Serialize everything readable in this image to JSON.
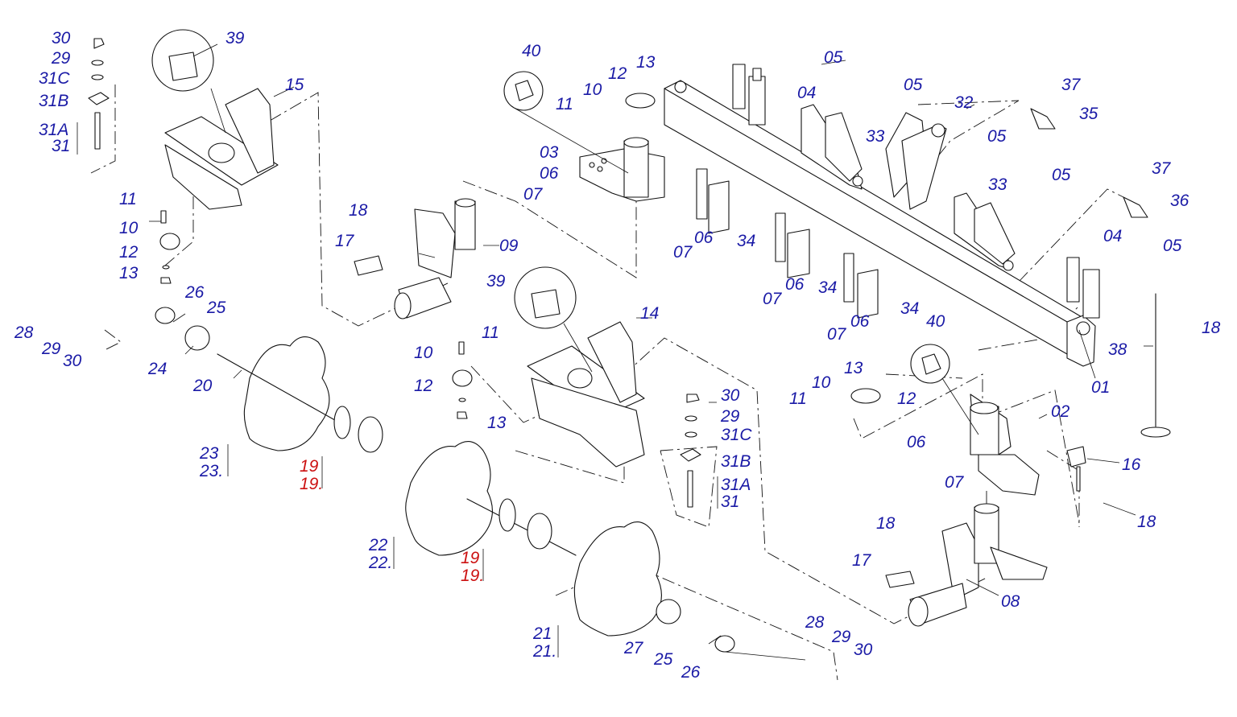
{
  "colors": {
    "label": "#1a1aa6",
    "label_alt": "#cc1111",
    "line": "#111111",
    "background": "#ffffff"
  },
  "labels": [
    {
      "id": "p30a",
      "text": "30"
    },
    {
      "id": "p39a",
      "text": "39"
    },
    {
      "id": "p29a",
      "text": "29"
    },
    {
      "id": "p31ca",
      "text": "31C"
    },
    {
      "id": "p31ba",
      "text": "31B"
    },
    {
      "id": "p15",
      "text": "15"
    },
    {
      "id": "p31aa",
      "text": "31A"
    },
    {
      "id": "p31a",
      "text": "31"
    },
    {
      "id": "p11a",
      "text": "11"
    },
    {
      "id": "p10a",
      "text": "10"
    },
    {
      "id": "p12a",
      "text": "12"
    },
    {
      "id": "p13a",
      "text": "13"
    },
    {
      "id": "p26a",
      "text": "26"
    },
    {
      "id": "p25a",
      "text": "25"
    },
    {
      "id": "p28a",
      "text": "28"
    },
    {
      "id": "p29b",
      "text": "29"
    },
    {
      "id": "p30b",
      "text": "30"
    },
    {
      "id": "p24",
      "text": "24"
    },
    {
      "id": "p20",
      "text": "20"
    },
    {
      "id": "p23a",
      "text": "23"
    },
    {
      "id": "p23b",
      "text": "23."
    },
    {
      "id": "p19a",
      "text": "19",
      "alt": true
    },
    {
      "id": "p19b",
      "text": "19.",
      "alt": true
    },
    {
      "id": "p22a",
      "text": "22"
    },
    {
      "id": "p22b",
      "text": "22."
    },
    {
      "id": "p19c",
      "text": "19",
      "alt": true
    },
    {
      "id": "p19d",
      "text": "19.",
      "alt": true
    },
    {
      "id": "p21a",
      "text": "21"
    },
    {
      "id": "p21b",
      "text": "21."
    },
    {
      "id": "p27",
      "text": "27"
    },
    {
      "id": "p25b",
      "text": "25"
    },
    {
      "id": "p26b",
      "text": "26"
    },
    {
      "id": "p28b",
      "text": "28"
    },
    {
      "id": "p29c",
      "text": "29"
    },
    {
      "id": "p30c",
      "text": "30"
    },
    {
      "id": "p18a",
      "text": "18"
    },
    {
      "id": "p17a",
      "text": "17"
    },
    {
      "id": "p09",
      "text": "09"
    },
    {
      "id": "p39b",
      "text": "39"
    },
    {
      "id": "p11b",
      "text": "11"
    },
    {
      "id": "p10b",
      "text": "10"
    },
    {
      "id": "p12b",
      "text": "12"
    },
    {
      "id": "p13b",
      "text": "13"
    },
    {
      "id": "p14",
      "text": "14"
    },
    {
      "id": "p30d",
      "text": "30"
    },
    {
      "id": "p29d",
      "text": "29"
    },
    {
      "id": "p31cb",
      "text": "31C"
    },
    {
      "id": "p31bb",
      "text": "31B"
    },
    {
      "id": "p31ab",
      "text": "31A"
    },
    {
      "id": "p31b",
      "text": "31"
    },
    {
      "id": "p40a",
      "text": "40"
    },
    {
      "id": "p13c",
      "text": "13"
    },
    {
      "id": "p12c",
      "text": "12"
    },
    {
      "id": "p10c",
      "text": "10"
    },
    {
      "id": "p11c",
      "text": "11"
    },
    {
      "id": "p03",
      "text": "03"
    },
    {
      "id": "p06a",
      "text": "06"
    },
    {
      "id": "p07a",
      "text": "07"
    },
    {
      "id": "p05a",
      "text": "05"
    },
    {
      "id": "p04a",
      "text": "04"
    },
    {
      "id": "p05b",
      "text": "05"
    },
    {
      "id": "p32",
      "text": "32"
    },
    {
      "id": "p33a",
      "text": "33"
    },
    {
      "id": "p05c",
      "text": "05"
    },
    {
      "id": "p37a",
      "text": "37"
    },
    {
      "id": "p35",
      "text": "35"
    },
    {
      "id": "p06b",
      "text": "06"
    },
    {
      "id": "p07b",
      "text": "07"
    },
    {
      "id": "p34a",
      "text": "34"
    },
    {
      "id": "p33b",
      "text": "33"
    },
    {
      "id": "p05d",
      "text": "05"
    },
    {
      "id": "p37b",
      "text": "37"
    },
    {
      "id": "p36",
      "text": "36"
    },
    {
      "id": "p04b",
      "text": "04"
    },
    {
      "id": "p05e",
      "text": "05"
    },
    {
      "id": "p06c",
      "text": "06"
    },
    {
      "id": "p07c",
      "text": "07"
    },
    {
      "id": "p34b",
      "text": "34"
    },
    {
      "id": "p06d",
      "text": "06"
    },
    {
      "id": "p07d",
      "text": "07"
    },
    {
      "id": "p34c",
      "text": "34"
    },
    {
      "id": "p18b",
      "text": "18"
    },
    {
      "id": "p38",
      "text": "38"
    },
    {
      "id": "p01",
      "text": "01"
    },
    {
      "id": "p40b",
      "text": "40"
    },
    {
      "id": "p13d",
      "text": "13"
    },
    {
      "id": "p10d",
      "text": "10"
    },
    {
      "id": "p11d",
      "text": "11"
    },
    {
      "id": "p12d",
      "text": "12"
    },
    {
      "id": "p02",
      "text": "02"
    },
    {
      "id": "p06e",
      "text": "06"
    },
    {
      "id": "p07e",
      "text": "07"
    },
    {
      "id": "p16",
      "text": "16"
    },
    {
      "id": "p18c",
      "text": "18"
    },
    {
      "id": "p18d",
      "text": "18"
    },
    {
      "id": "p17b",
      "text": "17"
    },
    {
      "id": "p08",
      "text": "08"
    }
  ]
}
